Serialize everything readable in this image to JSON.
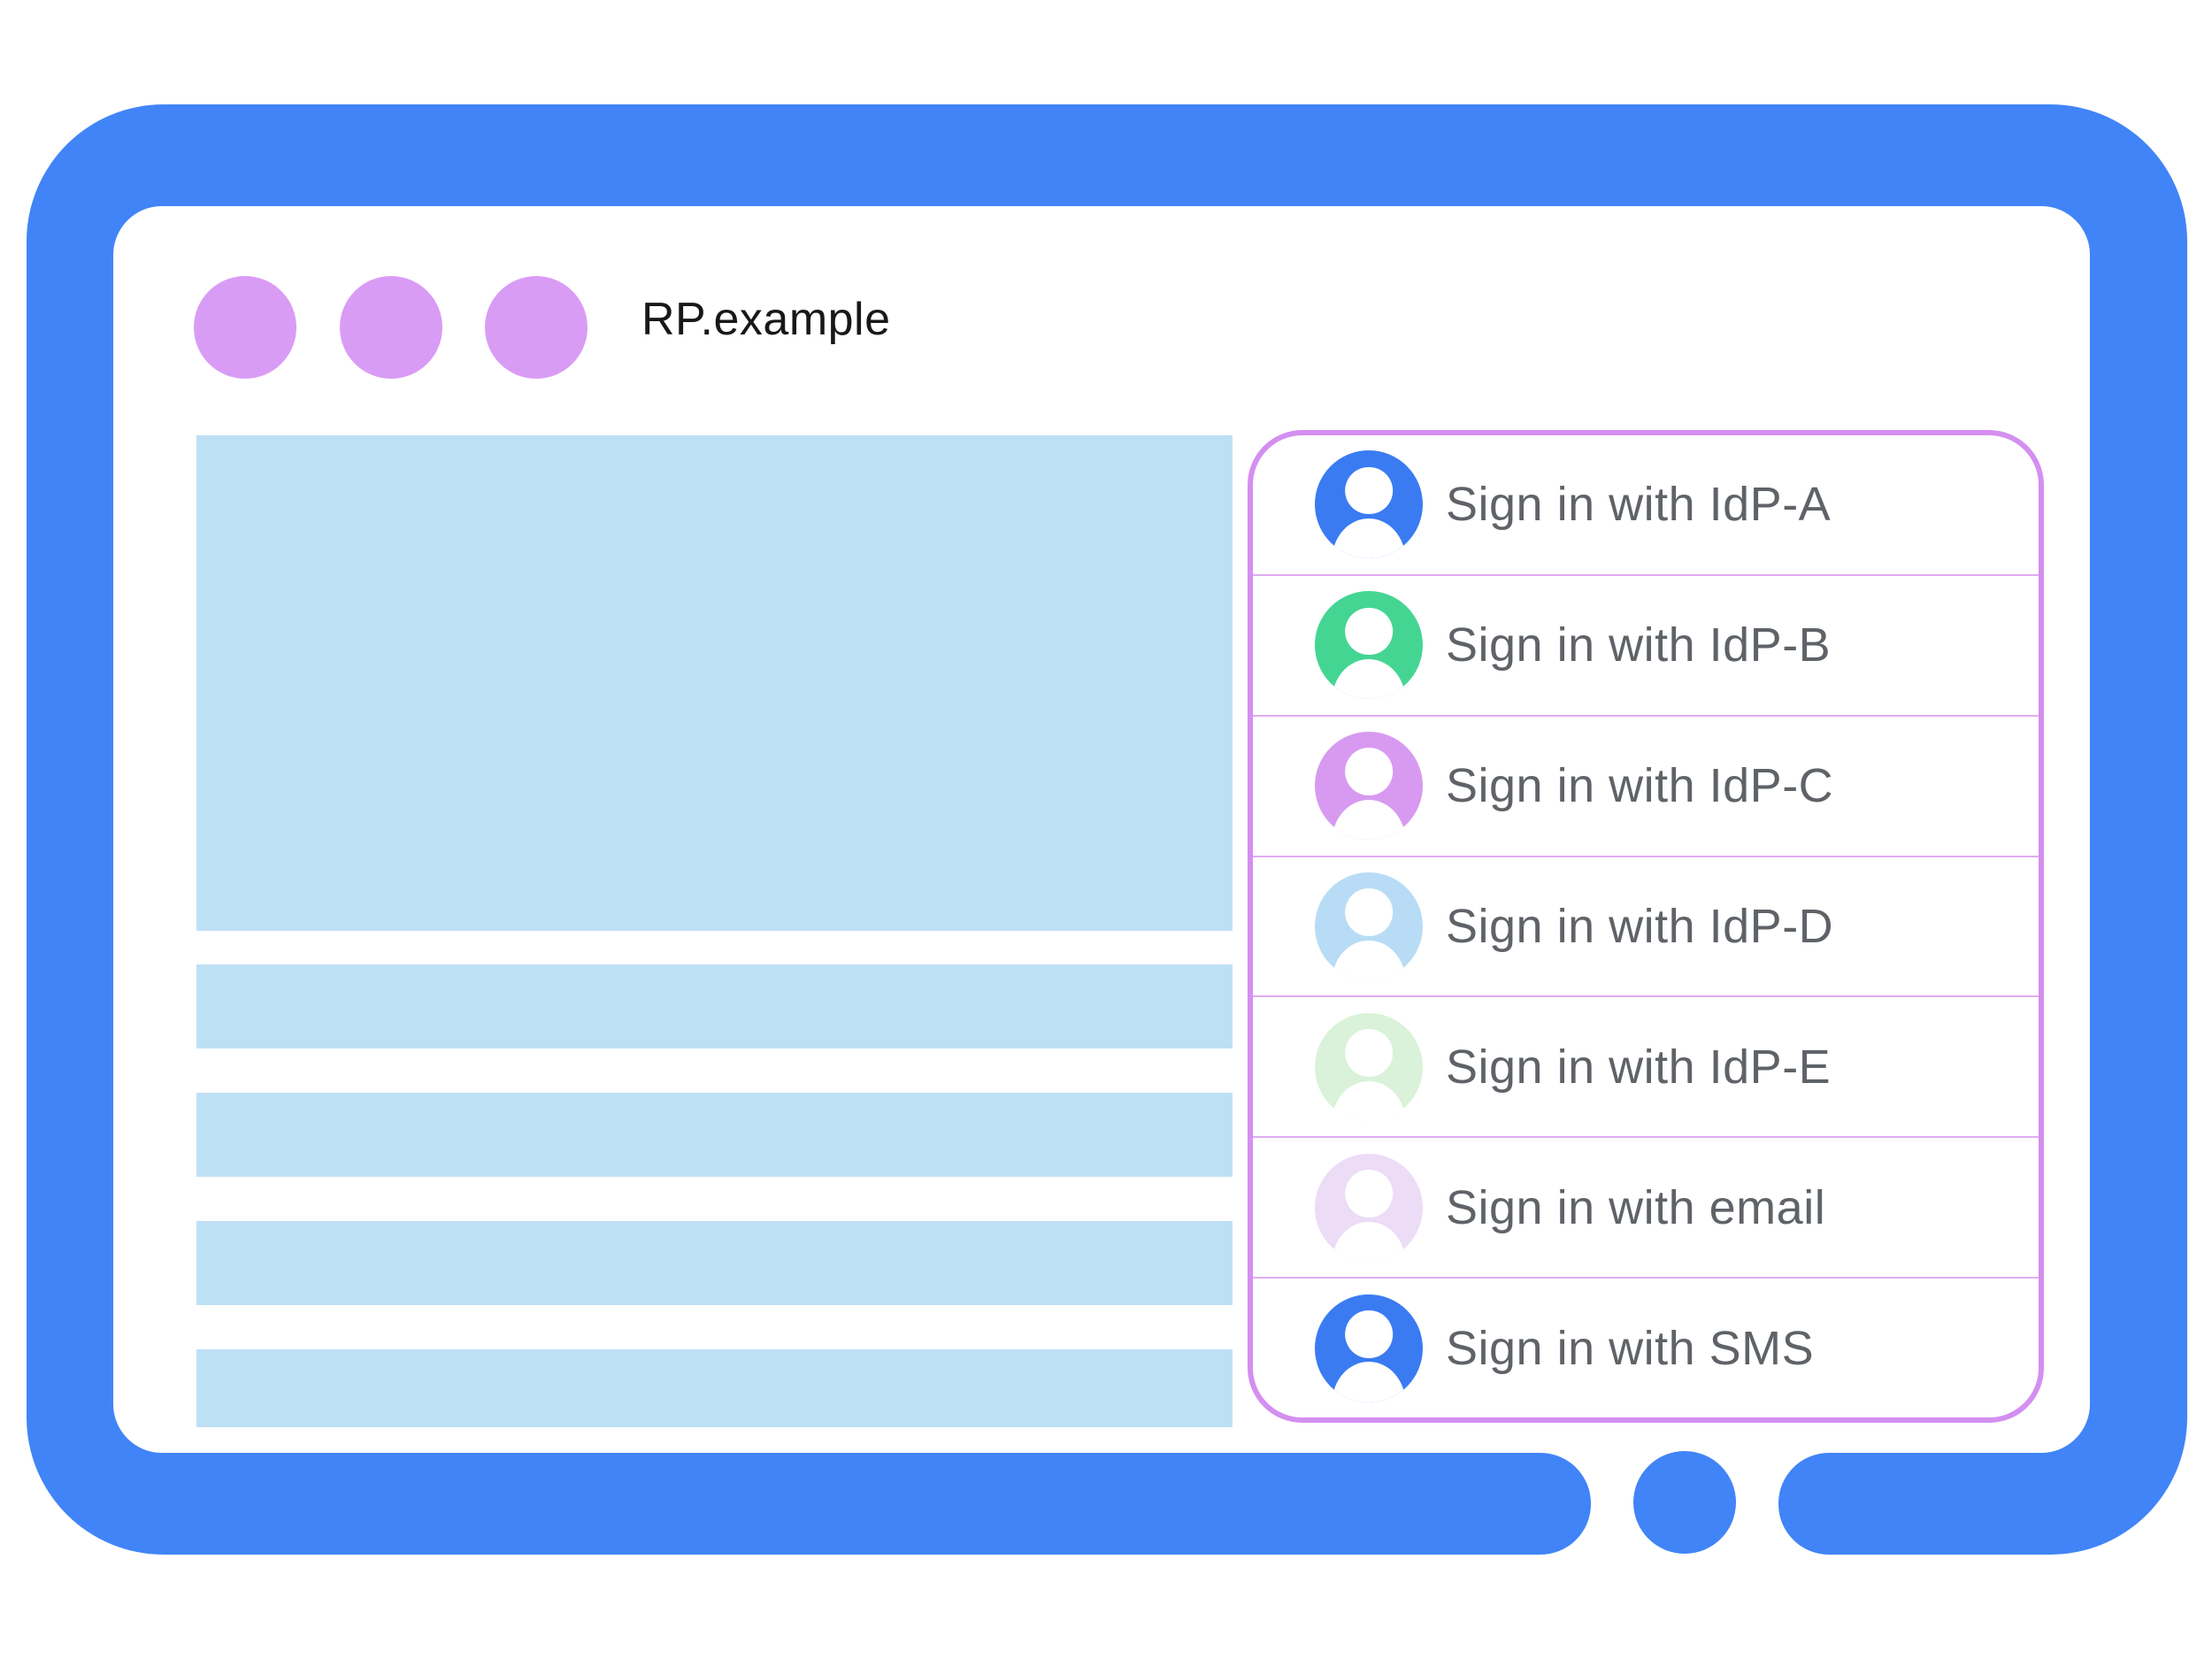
{
  "browser_window": {
    "title": "RP.example",
    "window_dots": [
      {
        "icon": "window-dot-icon"
      },
      {
        "icon": "window-dot-icon"
      },
      {
        "icon": "window-dot-icon"
      }
    ],
    "home_button_icon": "home-button-circle-icon"
  },
  "page_content": {
    "hero_placeholder": "hero-image-placeholder-block",
    "text_line_placeholders": 4
  },
  "signin_dialog": {
    "options": [
      {
        "label": "Sign in with IdP-A",
        "icon": "person-icon",
        "avatar_color": "#3A7BF2"
      },
      {
        "label": "Sign in with IdP-B",
        "icon": "person-icon",
        "avatar_color": "#45D593"
      },
      {
        "label": "Sign in with IdP-C",
        "icon": "person-icon",
        "avatar_color": "#D79AF0"
      },
      {
        "label": "Sign in with IdP-D",
        "icon": "person-icon",
        "avatar_color": "#B8DCF5"
      },
      {
        "label": "Sign in with IdP-E",
        "icon": "person-icon",
        "avatar_color": "#D9F2D9"
      },
      {
        "label": "Sign in with email",
        "icon": "person-icon",
        "avatar_color": "#ECDCF6"
      },
      {
        "label": "Sign in with SMS",
        "icon": "person-icon",
        "avatar_color": "#3A7BF2"
      }
    ]
  },
  "colors": {
    "frame_blue": "#4184F7",
    "window_dot_purple": "#D99CF5",
    "placeholder_light_blue": "#BEE0F5",
    "dialog_border_violet": "#D48FF0",
    "divider_violet": "#E0ACF2",
    "label_gray": "#5F6368",
    "title_black": "#17181A",
    "background_white": "#FFFFFF"
  }
}
